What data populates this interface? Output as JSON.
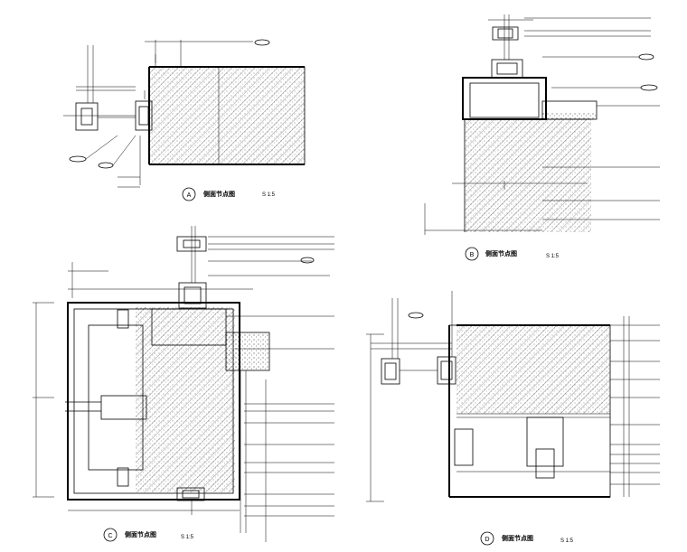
{
  "details": {
    "A": {
      "marker": "A",
      "title": "侧面节点图",
      "scale": "S 1:5"
    },
    "B": {
      "marker": "B",
      "title": "侧面节点图",
      "scale": "S 1:5"
    },
    "C": {
      "marker": "C",
      "title": "侧面节点图",
      "scale": "S 1:5"
    },
    "D": {
      "marker": "D",
      "title": "侧面节点图",
      "scale": "S 1:5"
    }
  }
}
